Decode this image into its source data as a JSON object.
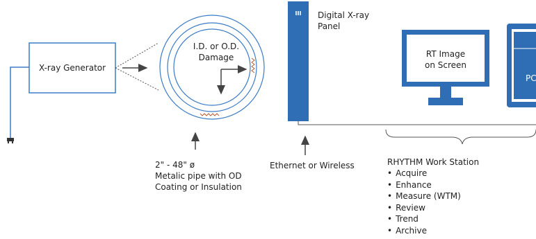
{
  "generator": {
    "label": "X-ray Generator"
  },
  "damage": {
    "line1": "I.D. or O.D.",
    "line2": "Damage"
  },
  "panel": {
    "line1": "Digital X-ray",
    "line2": "Panel",
    "badge": "III"
  },
  "monitor": {
    "line1": "RT Image",
    "line2": "on Screen"
  },
  "pc": {
    "label": "PC"
  },
  "pipe_note": {
    "line1": "2\" - 48\" ø",
    "line2": "Metalic pipe with OD",
    "line3": "Coating or Insulation"
  },
  "connection_note": {
    "label": "Ethernet or Wireless"
  },
  "workstation": {
    "title": "RHYTHM Work Station",
    "features": [
      "Acquire",
      "Enhance",
      "Measure (WTM)",
      "Review",
      "Trend",
      "Archive"
    ]
  },
  "colors": {
    "accent_blue": "#2f6db5",
    "pipe_blue": "#3a7cc7",
    "line": "#444444"
  }
}
